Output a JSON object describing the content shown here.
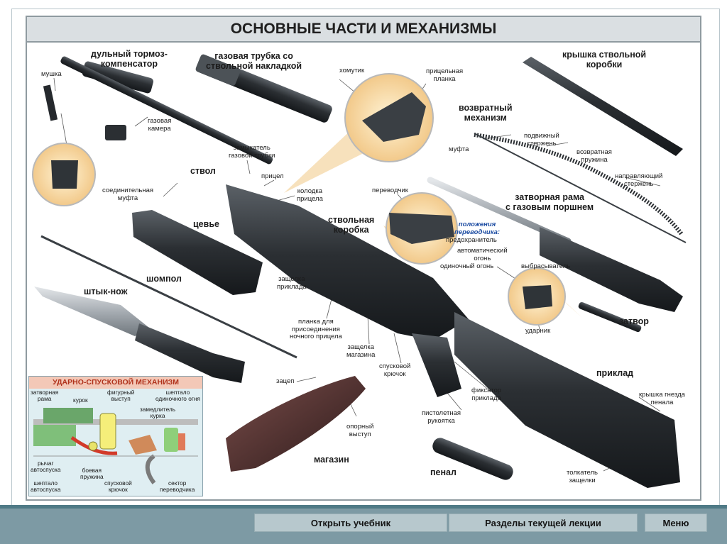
{
  "title": "ОСНОВНЫЕ ЧАСТИ И МЕХАНИЗМЫ",
  "labels": {
    "dulny_tormoz": "дульный тормоз-\nкомпенсатор",
    "mushka": "мушка",
    "gazovaya_trubka": "газовая трубка со\nствольной накладкой",
    "khomutik": "хомутик",
    "pritselnaya_planka": "прицельная\nпланка",
    "kryshka_korobki": "крышка ствольной\nкоробки",
    "gazovaya_kamera": "газовая\nкамера",
    "zamykatel": "замыкатель\nгазовой трубки",
    "vozvratny_mekhanizm": "возвратный\nмеханизм",
    "podvizhny_sterzhen": "подвижный\nстержень",
    "mufta_return": "муфта",
    "vozvratnaya_pruzhina": "возвратная\nпружина",
    "napravlyayushchy": "направляющий\nстержень",
    "stvol": "ствол",
    "soedinitelnaya_mufta": "соединительная\nмуфта",
    "pritsel": "прицел",
    "kolodka": "колодка\nприцела",
    "perevodchik": "переводчик",
    "zatvornaya_rama": "затворная рама\nс газовым поршнем",
    "tsevye": "цевье",
    "stvolnaya_korobka": "ствольная\nкоробка",
    "polozheniya": "положения\nпереводчика:",
    "predokhranitel": "предохранитель",
    "avtomatichesky": "автоматический\nогонь",
    "odinochny": "одиночный огонь",
    "vybrasyvatel": "выбрасыватель",
    "shompol": "шомпол",
    "zashchelka_priklada": "защелка\nприклада",
    "shtyk_nozh": "штык-нож",
    "udarnik": "ударник",
    "zatvor": "затвор",
    "planka_nochnogo": "планка для\nприсоединения\nночного прицела",
    "zashchelka_magazina": "защелка\nмагазина",
    "priklad": "приклад",
    "spuskovoy_kryuchok": "спусковой\nкрючок",
    "zatsep": "зацеп",
    "fiksator": "фиксатор\nприклада",
    "kryshka_gnezda": "крышка гнезда\nпенала",
    "pistoletnaya": "пистолетная\nрукоятка",
    "oporny": "опорный\nвыступ",
    "magazin": "магазин",
    "penal": "пенал",
    "tolkatel": "толкатель\nзащелки"
  },
  "usm": {
    "title": "УДАРНО-СПУСКОВОЙ МЕХАНИЗМ",
    "zatvornaya_rama": "затворная\nрама",
    "kurok": "курок",
    "figurny": "фигурный\nвыступ",
    "sheptalo_odinochnogo": "шептало\nодиночного огня",
    "zamedlitel": "замедлитель\nкурка",
    "rychag": "рычаг\nавтоспуска",
    "boevaya": "боевая\nпружина",
    "sheptalo_avtospuska": "шептало\nавтоспуска",
    "spuskovoy": "спусковой\nкрючок",
    "sektor": "сектор\nпереводчика"
  },
  "nav": {
    "open_textbook": "Открыть учебник",
    "sections": "Разделы текущей лекции",
    "menu": "Меню"
  },
  "colors": {
    "nav_bar": "#7d9aa4",
    "nav_button": "#b7c8cd",
    "title_bar": "#dadfe2",
    "usm_title_bg": "#f3c8b7",
    "usm_title_text": "#b0321b",
    "accent_blue": "#1f4ea3",
    "metal": "#2b2f33",
    "magazine": "#4a2b2b"
  }
}
